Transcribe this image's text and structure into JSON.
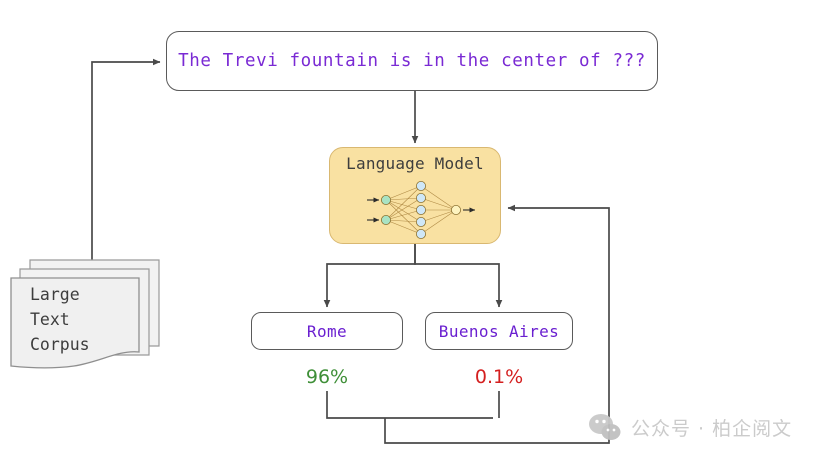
{
  "diagram": {
    "title": "Language model prompting and feedback loop",
    "colors": {
      "prompt_text": "#7a2ad4",
      "answer_text": "#6a1fd0",
      "lm_fill": "#f9e1a2",
      "lm_border": "#d9b871",
      "box_border": "#5a5a5a",
      "high_prob": "#3f8f38",
      "low_prob": "#d41f1f",
      "corpus_fill": "#f0f0f0",
      "watermark": "#c9c9c9"
    }
  },
  "prompt": {
    "text": "The Trevi fountain is in the center of ???"
  },
  "model": {
    "label": "Language Model",
    "network": {
      "input_nodes": 2,
      "hidden_nodes": 5,
      "output_nodes": 1,
      "input_color": "#a9e3c3",
      "hidden_color": "#cfe7f7",
      "output_color": "#fdf3c0",
      "edge_color": "#b08a45"
    }
  },
  "corpus": {
    "label": "Large\nText\nCorpus",
    "lines": [
      "Large",
      "Text",
      "Corpus"
    ],
    "sheets": 3
  },
  "answers": [
    {
      "label": "Rome",
      "probability": "96%",
      "probability_color": "#3f8f38"
    },
    {
      "label": "Buenos Aires",
      "probability": "0.1%",
      "probability_color": "#d41f1f"
    }
  ],
  "watermark": {
    "text": "公众号 · 柏企阅文",
    "icon": "wechat-icon"
  },
  "edges": [
    {
      "from": "corpus",
      "to": "prompt",
      "style": "elbow-arrow"
    },
    {
      "from": "prompt",
      "to": "model",
      "style": "straight-arrow"
    },
    {
      "from": "model",
      "to": "answer-rome",
      "style": "elbow-arrow"
    },
    {
      "from": "model",
      "to": "answer-buenos-aires",
      "style": "elbow-arrow"
    },
    {
      "from": "answers",
      "to": "model",
      "style": "feedback-loop"
    }
  ]
}
